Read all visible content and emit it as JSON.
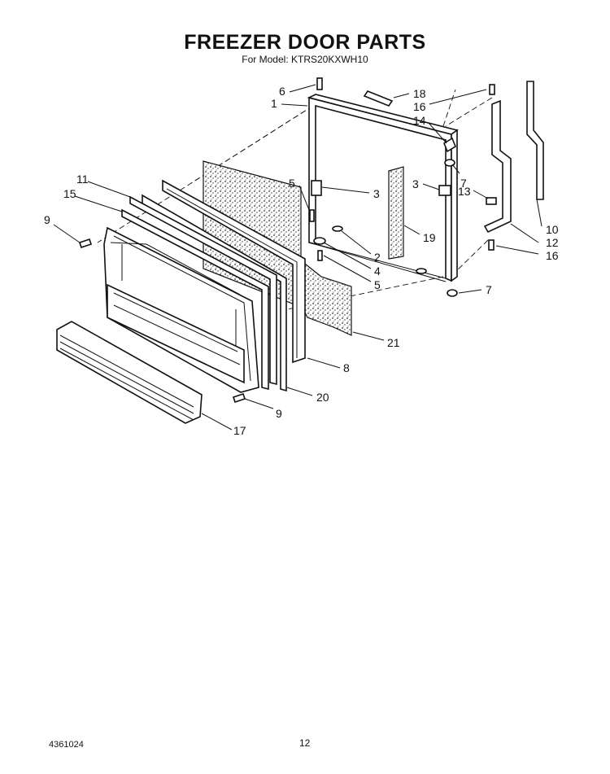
{
  "header": {
    "title": "FREEZER DOOR PARTS",
    "subtitle": "For Model: KTRS20KXWH10"
  },
  "callouts": {
    "c1": "1",
    "c2": "2",
    "c3a": "3",
    "c3b": "3",
    "c4": "4",
    "c5a": "5",
    "c5b": "5",
    "c6": "6",
    "c7a": "7",
    "c7b": "7",
    "c8": "8",
    "c9a": "9",
    "c9b": "9",
    "c10": "10",
    "c11": "11",
    "c12": "12",
    "c13": "13",
    "c14": "14",
    "c15": "15",
    "c16a": "16",
    "c16b": "16",
    "c17": "17",
    "c18": "18",
    "c19": "19",
    "c20": "20",
    "c21": "21"
  },
  "footer": {
    "doc_number": "4361024",
    "page_number": "12"
  },
  "colors": {
    "ink": "#111111",
    "paper": "#ffffff",
    "insulation": "#bfbfbf"
  }
}
